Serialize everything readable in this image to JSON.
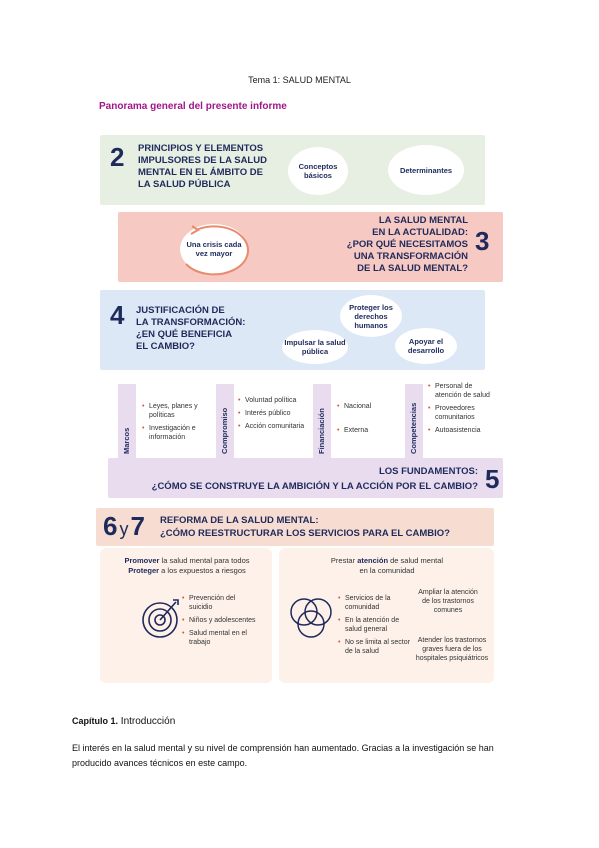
{
  "header": {
    "tema": "Tema 1: SALUD MENTAL",
    "panorama": "Panorama general del presente informe"
  },
  "section2": {
    "number": "2",
    "title_lines": [
      "PRINCIPIOS Y ELEMENTOS",
      "IMPULSORES DE LA SALUD",
      "MENTAL EN EL ÁMBITO DE",
      "LA SALUD PÚBLICA"
    ],
    "bubbles": [
      "Conceptos básicos",
      "Determinantes"
    ]
  },
  "section3": {
    "number": "3",
    "title_lines": [
      "LA SALUD MENTAL",
      "EN LA ACTUALIDAD:",
      "¿POR QUÉ NECESITAMOS",
      "UNA TRANSFORMACIÓN",
      "DE LA SALUD MENTAL?"
    ],
    "bubble": "Una crisis cada vez mayor"
  },
  "section4": {
    "number": "4",
    "title_lines": [
      "JUSTIFICACIÓN DE",
      "LA TRANSFORMACIÓN:",
      "¿EN QUÉ BENEFICIA",
      "EL CAMBIO?"
    ],
    "bubbles": [
      "Proteger los derechos humanos",
      "Impulsar la salud pública",
      "Apoyar el desarrollo"
    ]
  },
  "foundations": {
    "columns": [
      {
        "label": "Marcos",
        "items": [
          "Leyes, planes y políticas",
          "Investigación e información"
        ]
      },
      {
        "label": "Compromiso",
        "items": [
          "Voluntad política",
          "Interés público",
          "Acción comunitaria"
        ]
      },
      {
        "label": "Financiación",
        "items": [
          "Nacional",
          "Externa"
        ]
      },
      {
        "label": "Competencias",
        "items": [
          "Personal de atención de salud",
          "Proveedores comunitarios",
          "Autoasistencia"
        ]
      }
    ]
  },
  "section5": {
    "number": "5",
    "line1": "LOS FUNDAMENTOS:",
    "line2": "¿CÓMO SE CONSTRUYE LA AMBICIÓN Y LA ACCIÓN POR EL CAMBIO?"
  },
  "section67": {
    "num_a": "6",
    "num_y": "y",
    "num_b": "7",
    "line1": "REFORMA DE LA SALUD MENTAL:",
    "line2": "¿CÓMO REESTRUCTURAR LOS SERVICIOS PARA EL CAMBIO?"
  },
  "left_panel": {
    "promover_bold": "Promover",
    "promover_rest": " la salud mental para todos",
    "proteger_bold": "Proteger",
    "proteger_rest": " a los expuestos a riesgos",
    "items": [
      "Prevención del suicidio",
      "Niños y adolescentes",
      "Salud mental en el trabajo"
    ]
  },
  "right_panel": {
    "title_pre": "Prestar ",
    "title_bold": "atención",
    "title_post": " de salud mental",
    "title_line2": "en la comunidad",
    "items": [
      "Servicios de la comunidad",
      "En la atención de salud general",
      "No se limita al sector de la salud"
    ],
    "note1": "Ampliar la atención de los trastornos comunes",
    "note2": "Atender los trastornos graves fuera de los hospitales psiquiátricos"
  },
  "chapter": {
    "label": "Capítulo 1.",
    "title": "Introducción"
  },
  "paragraph": "El interés en la salud mental y su nivel de comprensión han aumentado. Gracias a la investigación se han producido avances técnicos en este campo."
}
